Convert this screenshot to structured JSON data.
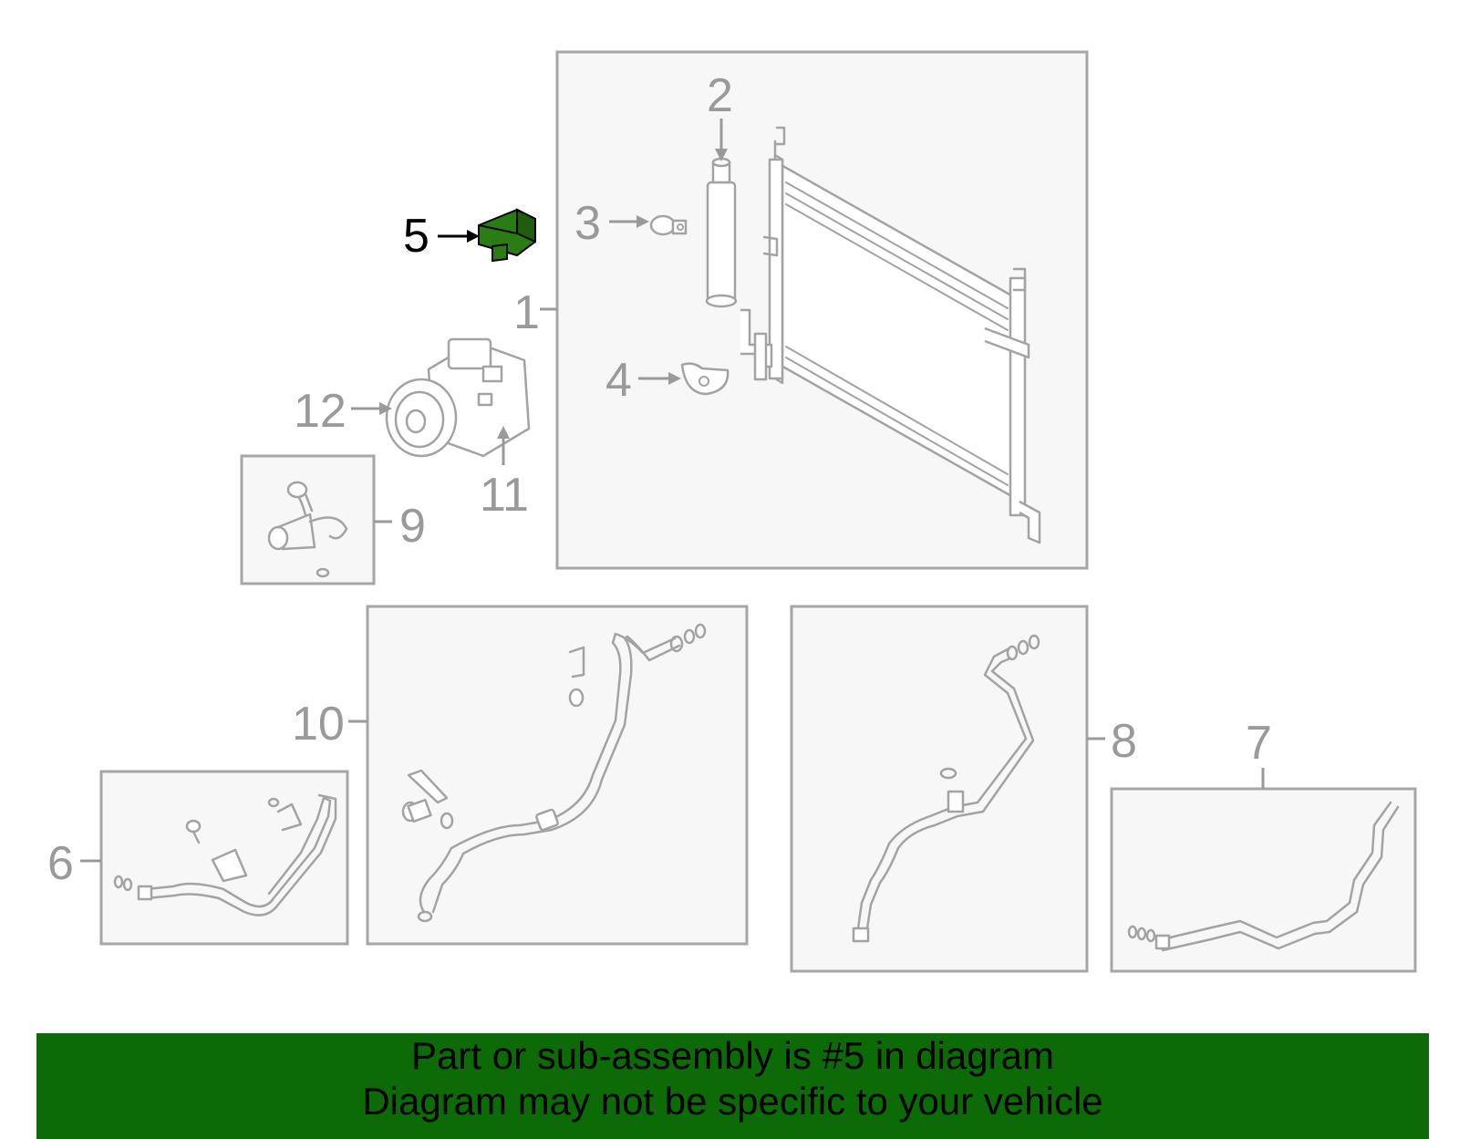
{
  "callouts": {
    "c1": "1",
    "c2": "2",
    "c3": "3",
    "c4": "4",
    "c5": "5",
    "c6": "6",
    "c7": "7",
    "c8": "8",
    "c9": "9",
    "c10": "10",
    "c11": "11",
    "c12": "12"
  },
  "highlighted_callout": "5",
  "colors": {
    "highlight_part": "#2a7d12",
    "banner_background": "#0c6b06",
    "box_fill": "#f7f7f7",
    "line_gray": "#a3a3a3"
  },
  "banner": {
    "line1": "Part or sub-assembly is #5 in diagram",
    "line2": "Diagram may not be specific to your vehicle"
  }
}
